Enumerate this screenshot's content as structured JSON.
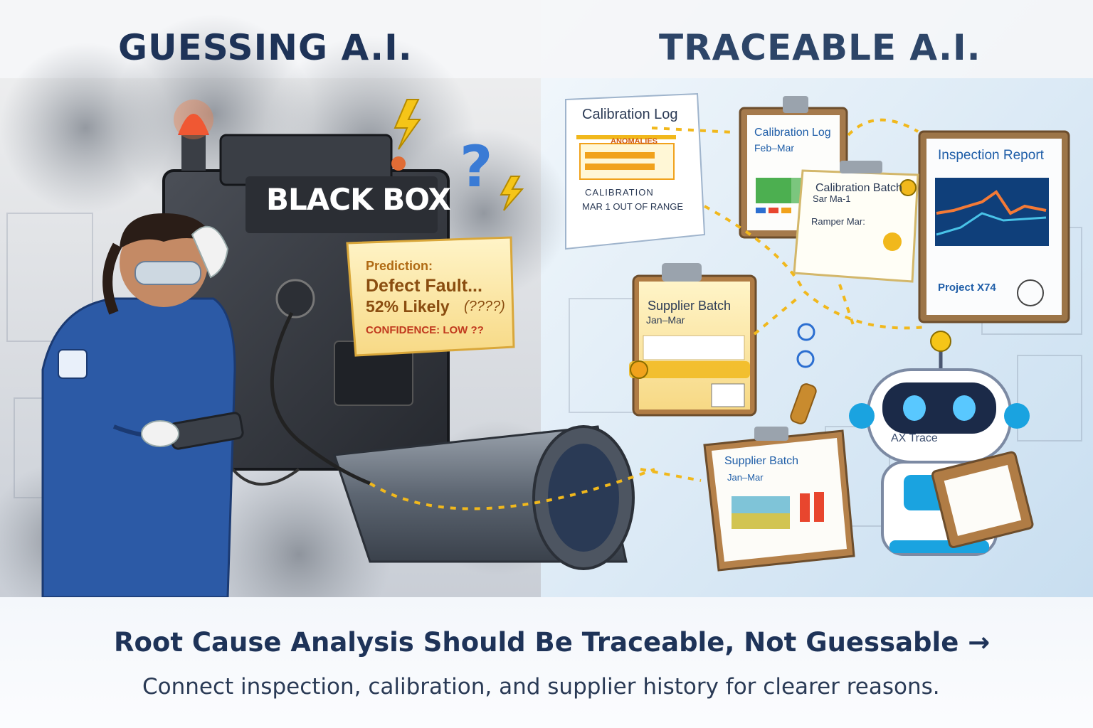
{
  "headings": {
    "left": "GUESSING A.I.",
    "right": "TRACEABLE A.I."
  },
  "black_box": {
    "label": "BLACK BOX",
    "prediction_label": "Prediction:",
    "prediction_value": "Defect Fault...",
    "likelihood": "52% Likely",
    "uncertainty": "(????)",
    "confidence": "CONFIDENCE: LOW ??"
  },
  "documents": {
    "calibration_log_sheet": {
      "title": "Calibration Log",
      "anomalies": "ANOMALIES",
      "section": "CALIBRATION",
      "range_note": "MAR 1 OUT OF RANGE"
    },
    "calibration_log_card": {
      "title": "Calibration Log",
      "period": "Feb–Mar"
    },
    "calibration_batch": {
      "title": "Calibration Batch",
      "line1": "Sar Ma-1",
      "line2": "Ramper Mar:"
    },
    "inspection_report": {
      "title": "Inspection Report",
      "project": "Project X74"
    },
    "supplier_batch_primary": {
      "title": "Supplier Batch",
      "period": "Jan–Mar"
    },
    "supplier_batch_secondary": {
      "title": "Supplier Batch",
      "period": "Jan–Mar"
    }
  },
  "robot": {
    "badge": "AX Trace"
  },
  "footer": {
    "tagline": "Root Cause Analysis Should Be Traceable, Not Guessable",
    "arrow": "→",
    "subline": "Connect inspection, calibration, and supplier history for clearer reasons."
  },
  "colors": {
    "heading": "#1e3358",
    "accent_gold": "#f1b81c",
    "worker_blue": "#2c5aa6",
    "alert_red": "#e8462e",
    "robot_blue": "#1aa3e0"
  }
}
